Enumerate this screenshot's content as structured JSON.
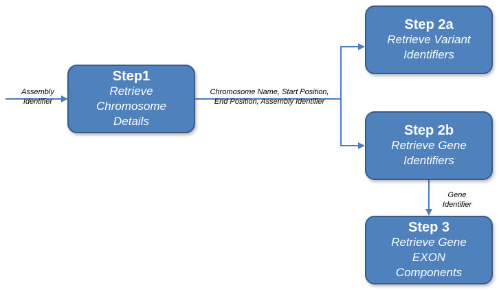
{
  "steps": {
    "step1": {
      "title": "Step1",
      "desc": "Retrieve\nChromosome\nDetails"
    },
    "step2a": {
      "title": "Step 2a",
      "desc": "Retrieve Variant\nIdentifiers"
    },
    "step2b": {
      "title": "Step 2b",
      "desc": "Retrieve Gene\nIdentifiers"
    },
    "step3": {
      "title": "Step 3",
      "desc": "Retrieve Gene\nEXON\nComponents"
    }
  },
  "labels": {
    "input": "Assembly\nIdentifier",
    "step1_output": "Chromosome Name, Start Position,\nEnd Position, Assembly Identifier",
    "step2b_output": "Gene\nIdentifier"
  },
  "colors": {
    "box_fill": "#4f81bd",
    "box_border": "#385d8a",
    "arrow": "#4a7ebb"
  }
}
